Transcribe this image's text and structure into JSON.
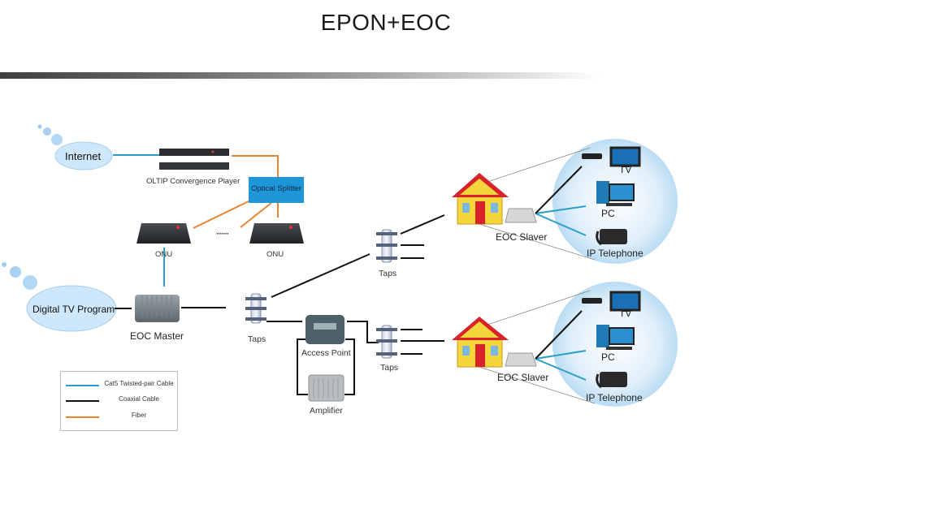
{
  "title": "EPON+EOC",
  "colors": {
    "cat5": "#2a9dc8",
    "coax": "#111111",
    "fiber": "#e6862e",
    "splitter_fill": "#1e96d8",
    "cloud_fill": "#cfe7fb",
    "home_circle": "#cde6f7"
  },
  "clouds": {
    "internet": "Internet",
    "digital_tv": "Digital TV Program"
  },
  "devices": {
    "olt": "OLTIP Convergence Player",
    "splitter": "Optical Splitter",
    "onu_left": "ONU",
    "onu_right": "ONU",
    "onu_ellipsis": "·······",
    "eoc_master": "EOC Master",
    "taps_main": "Taps",
    "taps_upper": "Taps",
    "taps_lower": "Taps",
    "access_point": "Access Point",
    "amplifier": "Amplifier"
  },
  "homes": [
    {
      "slaver": "EOC Slaver",
      "tv": "TV",
      "pc": "PC",
      "phone": "IP Telephone"
    },
    {
      "slaver": "EOC Slaver",
      "tv": "TV",
      "pc": "PC",
      "phone": "IP Telephone"
    }
  ],
  "legend": {
    "items": [
      {
        "label": "Cat5 Twisted-pair Cable",
        "type": "cat5"
      },
      {
        "label": "Coaxial Cable",
        "type": "coax"
      },
      {
        "label": "Fiber",
        "type": "fiber"
      }
    ]
  }
}
